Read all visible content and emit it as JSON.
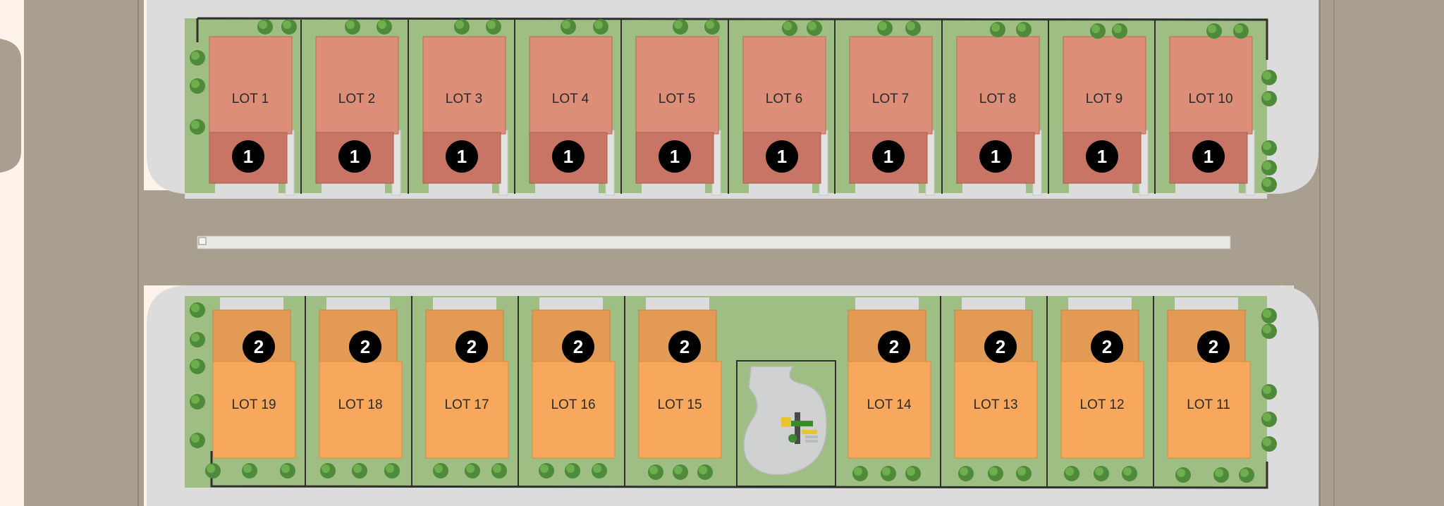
{
  "colors": {
    "background": "#fdf3ea",
    "road": "#a89f91",
    "sidewalk": "#dcdcdc",
    "lawn": "#9fbe83",
    "block_border": "#2f2f2f",
    "phase1_roof": "#dd8e78",
    "phase1_garage": "#c97565",
    "phase2_roof": "#f7a85c",
    "phase2_garage": "#e39a55",
    "badge": "#000000",
    "tree": "#4f8a3a",
    "park_path": "#cfd2d1"
  },
  "lots_top": [
    {
      "label": "LOT 1",
      "badge": "1"
    },
    {
      "label": "LOT 2",
      "badge": "1"
    },
    {
      "label": "LOT 3",
      "badge": "1"
    },
    {
      "label": "LOT 4",
      "badge": "1"
    },
    {
      "label": "LOT 5",
      "badge": "1"
    },
    {
      "label": "LOT 6",
      "badge": "1"
    },
    {
      "label": "LOT 7",
      "badge": "1"
    },
    {
      "label": "LOT 8",
      "badge": "1"
    },
    {
      "label": "LOT 9",
      "badge": "1"
    },
    {
      "label": "LOT 10",
      "badge": "1"
    }
  ],
  "lots_bottom": [
    {
      "label": "LOT 19",
      "badge": "2"
    },
    {
      "label": "LOT 18",
      "badge": "2"
    },
    {
      "label": "LOT 17",
      "badge": "2"
    },
    {
      "label": "LOT 16",
      "badge": "2"
    },
    {
      "label": "LOT 15",
      "badge": "2"
    },
    {
      "label": "LOT 14",
      "badge": "2"
    },
    {
      "label": "LOT 13",
      "badge": "2"
    },
    {
      "label": "LOT 12",
      "badge": "2"
    },
    {
      "label": "LOT 11",
      "badge": "2"
    }
  ],
  "icons": {
    "tree": "tree-icon",
    "playground": "playground-icon"
  }
}
